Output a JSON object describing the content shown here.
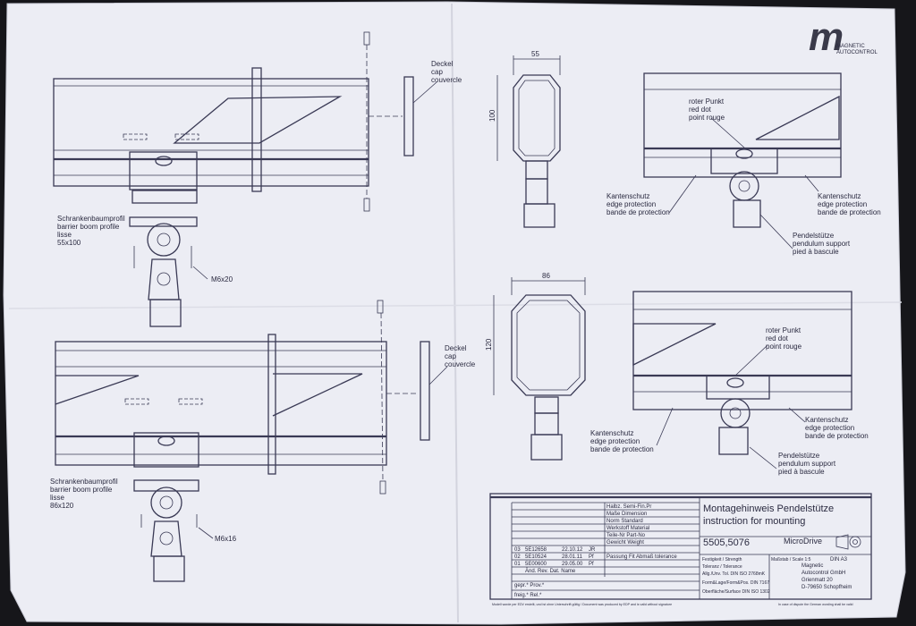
{
  "logo": {
    "mark": "m",
    "line1": "MAGNETIC",
    "line2": "AUTOCONTROL"
  },
  "top_left_view": {
    "deckel": [
      "Deckel",
      "cap",
      "couvercle"
    ],
    "profile": [
      "Schrankenbaumprofil",
      "barrier boom profile",
      "lisse",
      "55x100"
    ],
    "screw": "M6x20"
  },
  "bottom_left_view": {
    "deckel": [
      "Deckel",
      "cap",
      "couvercle"
    ],
    "profile": [
      "Schrankenbaumprofil",
      "barrier boom profile",
      "lisse",
      "86x120"
    ],
    "screw": "M6x16"
  },
  "top_section": {
    "width": "55",
    "height": "100"
  },
  "bottom_section": {
    "width": "86",
    "height": "120"
  },
  "top_right_view": {
    "red_dot": [
      "roter Punkt",
      "red dot",
      "point rouge"
    ],
    "edge_left": [
      "Kantenschutz",
      "edge protection",
      "bande de protection"
    ],
    "edge_right": [
      "Kantenschutz",
      "edge protection",
      "bande de protection"
    ],
    "pendulum": [
      "Pendelstütze",
      "pendulum support",
      "pied à bascule"
    ]
  },
  "bottom_right_view": {
    "red_dot": [
      "roter Punkt",
      "red dot",
      "point rouge"
    ],
    "edge_left": [
      "Kantenschutz",
      "edge protection",
      "bande de protection"
    ],
    "edge_right": [
      "Kantenschutz",
      "edge protection",
      "bande de protection"
    ],
    "pendulum": [
      "Pendelstütze",
      "pendulum support",
      "pied à bascule"
    ]
  },
  "title_block": {
    "title_de": "Montagehinweis Pendelstütze",
    "title_en": "instruction for mounting",
    "number": "5505,5076",
    "product": "MicroDrive",
    "paper": "DIN A3",
    "rows": [
      "Halbz. Semi-Fin.Pr",
      "Maße  Dimension",
      "Norm  Standard",
      "Werkstoff Material",
      "Teile-Nr  Part-No",
      "Gewicht  Weight",
      "Passung  Fit  Abmaß tolerance"
    ],
    "revisions": [
      {
        "idx": "03",
        "num": "5E12658",
        "date": "22.10.12",
        "by": "JR"
      },
      {
        "idx": "02",
        "num": "5E10524",
        "date": "28.01.11",
        "by": "Pf"
      },
      {
        "idx": "01",
        "num": "5E00600",
        "date": "29.05.00",
        "by": "Pf"
      }
    ],
    "rev_header": "Änd.  Rev.  Dat.  Name",
    "geprueft": "gepr.* Prov.*",
    "freig": "freig.* Rel.*",
    "specs": [
      "Festigkeit / Strength",
      "Toleranz / Tolerance",
      "Allg./Unv. Tol. DIN ISO 2768mK",
      "Form&Lage/Form&Pos. DIN 7167",
      "Oberfläche/Surface DIN ISO 1302"
    ],
    "scale": "Maßstab / Scale 1:5",
    "company": [
      "Magnetic",
      "Autocontrol GmbH",
      "Grienmatt 20",
      "D-79650 Schopfheim"
    ],
    "footer_left": "Modell worde per EDV erstellt, und ist ohne Unterschrift gültig / Document was produced by EDP and is valid without signature",
    "footer_right": "In case of dispute the German wording shall be valid"
  }
}
